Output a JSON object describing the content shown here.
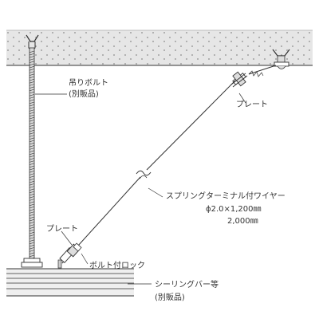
{
  "labels": {
    "hanging_bolt": "吊りボルト",
    "hanging_bolt_note": "(別販品)",
    "plate_upper": "プレート",
    "wire_name": "スプリングターミナル付ワイヤー",
    "wire_spec_1": "ϕ2.0×1,200㎜",
    "wire_spec_2": "2,000㎜",
    "plate_lower": "プレート",
    "bolt_lock": "ボルト付ロック",
    "ceiling_bar": "シーリングバー等",
    "ceiling_bar_note": "(別販品)"
  },
  "colors": {
    "line": "#333333",
    "concrete_fill": "#e6e6e6",
    "bar_fill": "#efefef",
    "dot": "#8a8a8a"
  }
}
